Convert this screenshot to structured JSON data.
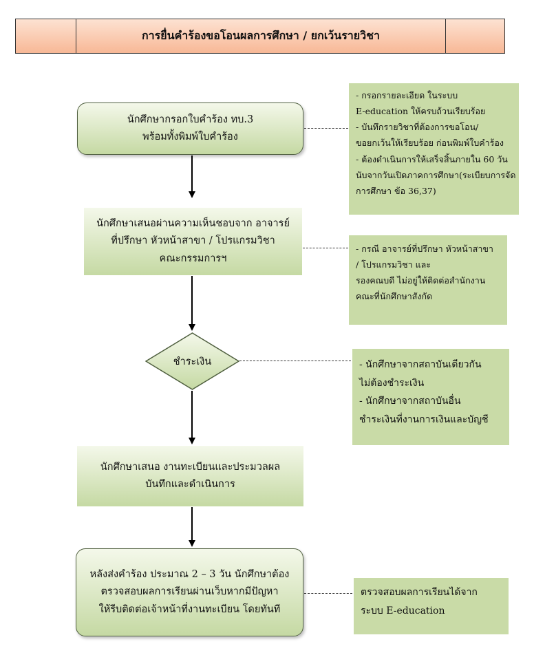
{
  "title": {
    "text": "การยื่นคำร้องขอโอนผลการศึกษา / ยกเว้นรายวิชา"
  },
  "steps": [
    {
      "lines": [
        "นักศึกษากรอกใบคำร้อง ทบ.3",
        "พร้อมทั้งพิมพ์ใบคำร้อง"
      ]
    },
    {
      "lines": [
        "นักศึกษาเสนอผ่านความเห็นชอบจาก อาจารย์",
        "ที่ปรึกษา  หัวหน้าสาขา / โปรแกรมวิชา",
        "คณะกรรมการฯ"
      ]
    },
    {
      "lines": [
        "ชำระเงิน"
      ]
    },
    {
      "lines": [
        "นักศึกษาเสนอ งานทะเบียนและประมวลผล",
        "บันทึกและดำเนินการ"
      ]
    },
    {
      "lines": [
        "หลังส่งคำร้อง ประมาณ 2 – 3 วัน นักศึกษาต้อง",
        "ตรวจสอบผลการเรียนผ่านเว็บหากมีปัญหา",
        "ให้รีบติดต่อเจ้าหน้าที่งานทะเบียน โดยทันที"
      ]
    }
  ],
  "notes": [
    {
      "lines": [
        "- กรอกรายละเอียด ในระบบ",
        "E-education ให้ครบถ้วนเรียบร้อย",
        "- บันทึกรายวิชาที่ต้องการขอโอน/",
        "  ขอยกเว้นให้เรียบร้อย ก่อนพิมพ์ใบคำร้อง",
        "- ต้องดำเนินการให้เสร็จสิ้นภายใน 60 วัน",
        "นับจากวันเปิดภาคการศึกษา(ระเบียบการจัด",
        "การศึกษา ข้อ 36,37)"
      ]
    },
    {
      "lines": [
        "- กรณี อาจารย์ที่ปรึกษา หัวหน้าสาขา",
        "/ โปรแกรมวิชา และ",
        "รองคณบดี ไม่อยู่ให้ติดต่อสำนักงาน",
        "คณะที่นักศึกษาสังกัด"
      ]
    },
    {
      "lines": [
        "  - นักศึกษาจากสถาบันเดียวกัน",
        "ไม่ต้องชำระเงิน",
        "  - นักศึกษาจากสถาบันอื่น",
        "ชำระเงินที่งานการเงินและบัญชี"
      ]
    },
    {
      "lines": [
        "ตรวจสอบผลการเรียนได้จาก",
        "ระบบ E-education"
      ]
    }
  ],
  "colors": {
    "step_fill_top": "#f4f8ea",
    "step_fill_bottom": "#c5d9a3",
    "note_fill": "#c9dba7",
    "title_fill": "#f8b896"
  }
}
